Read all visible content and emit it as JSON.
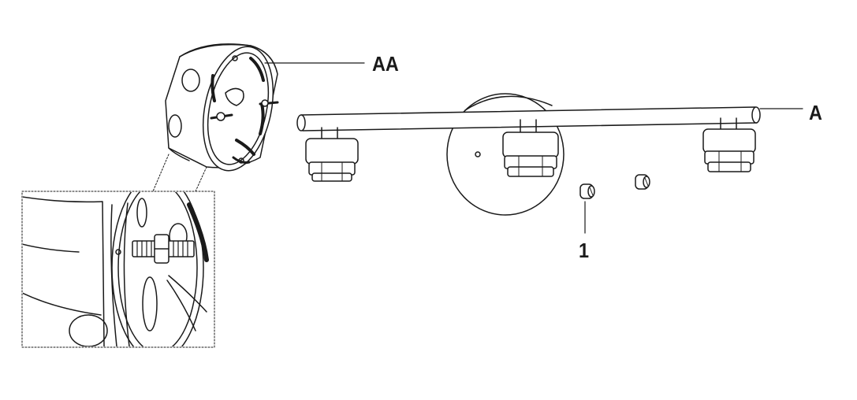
{
  "labels": {
    "aa": "AA",
    "a": "A",
    "one": "1"
  },
  "colors": {
    "line": "#1a1a1a",
    "fill": "#ffffff",
    "shade": "#e6e6e6"
  }
}
